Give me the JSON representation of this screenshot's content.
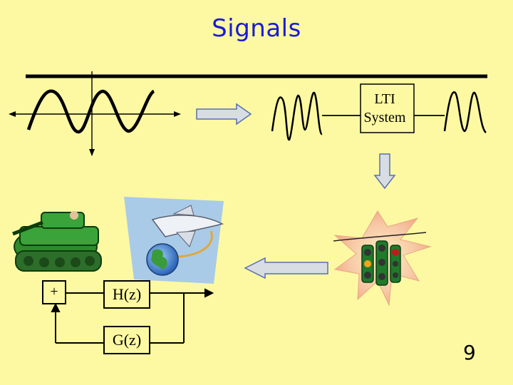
{
  "slide": {
    "title": "Signals",
    "page_number": "9"
  },
  "system": {
    "label_line1": "LTI",
    "label_line2": "System"
  },
  "feedback_diagram": {
    "sum_symbol": "+",
    "forward_block": "H(z)",
    "feedback_block": "G(z)"
  },
  "colors": {
    "background": "#fdf9a3",
    "title": "#1a1ad6",
    "arrow_fill": "#d7dde2",
    "arrow_stroke": "#5a6fb0"
  },
  "icons": [
    "sine-wave-axes",
    "tank-clipart",
    "airplane-globe-clipart",
    "traffic-light-clipart"
  ]
}
